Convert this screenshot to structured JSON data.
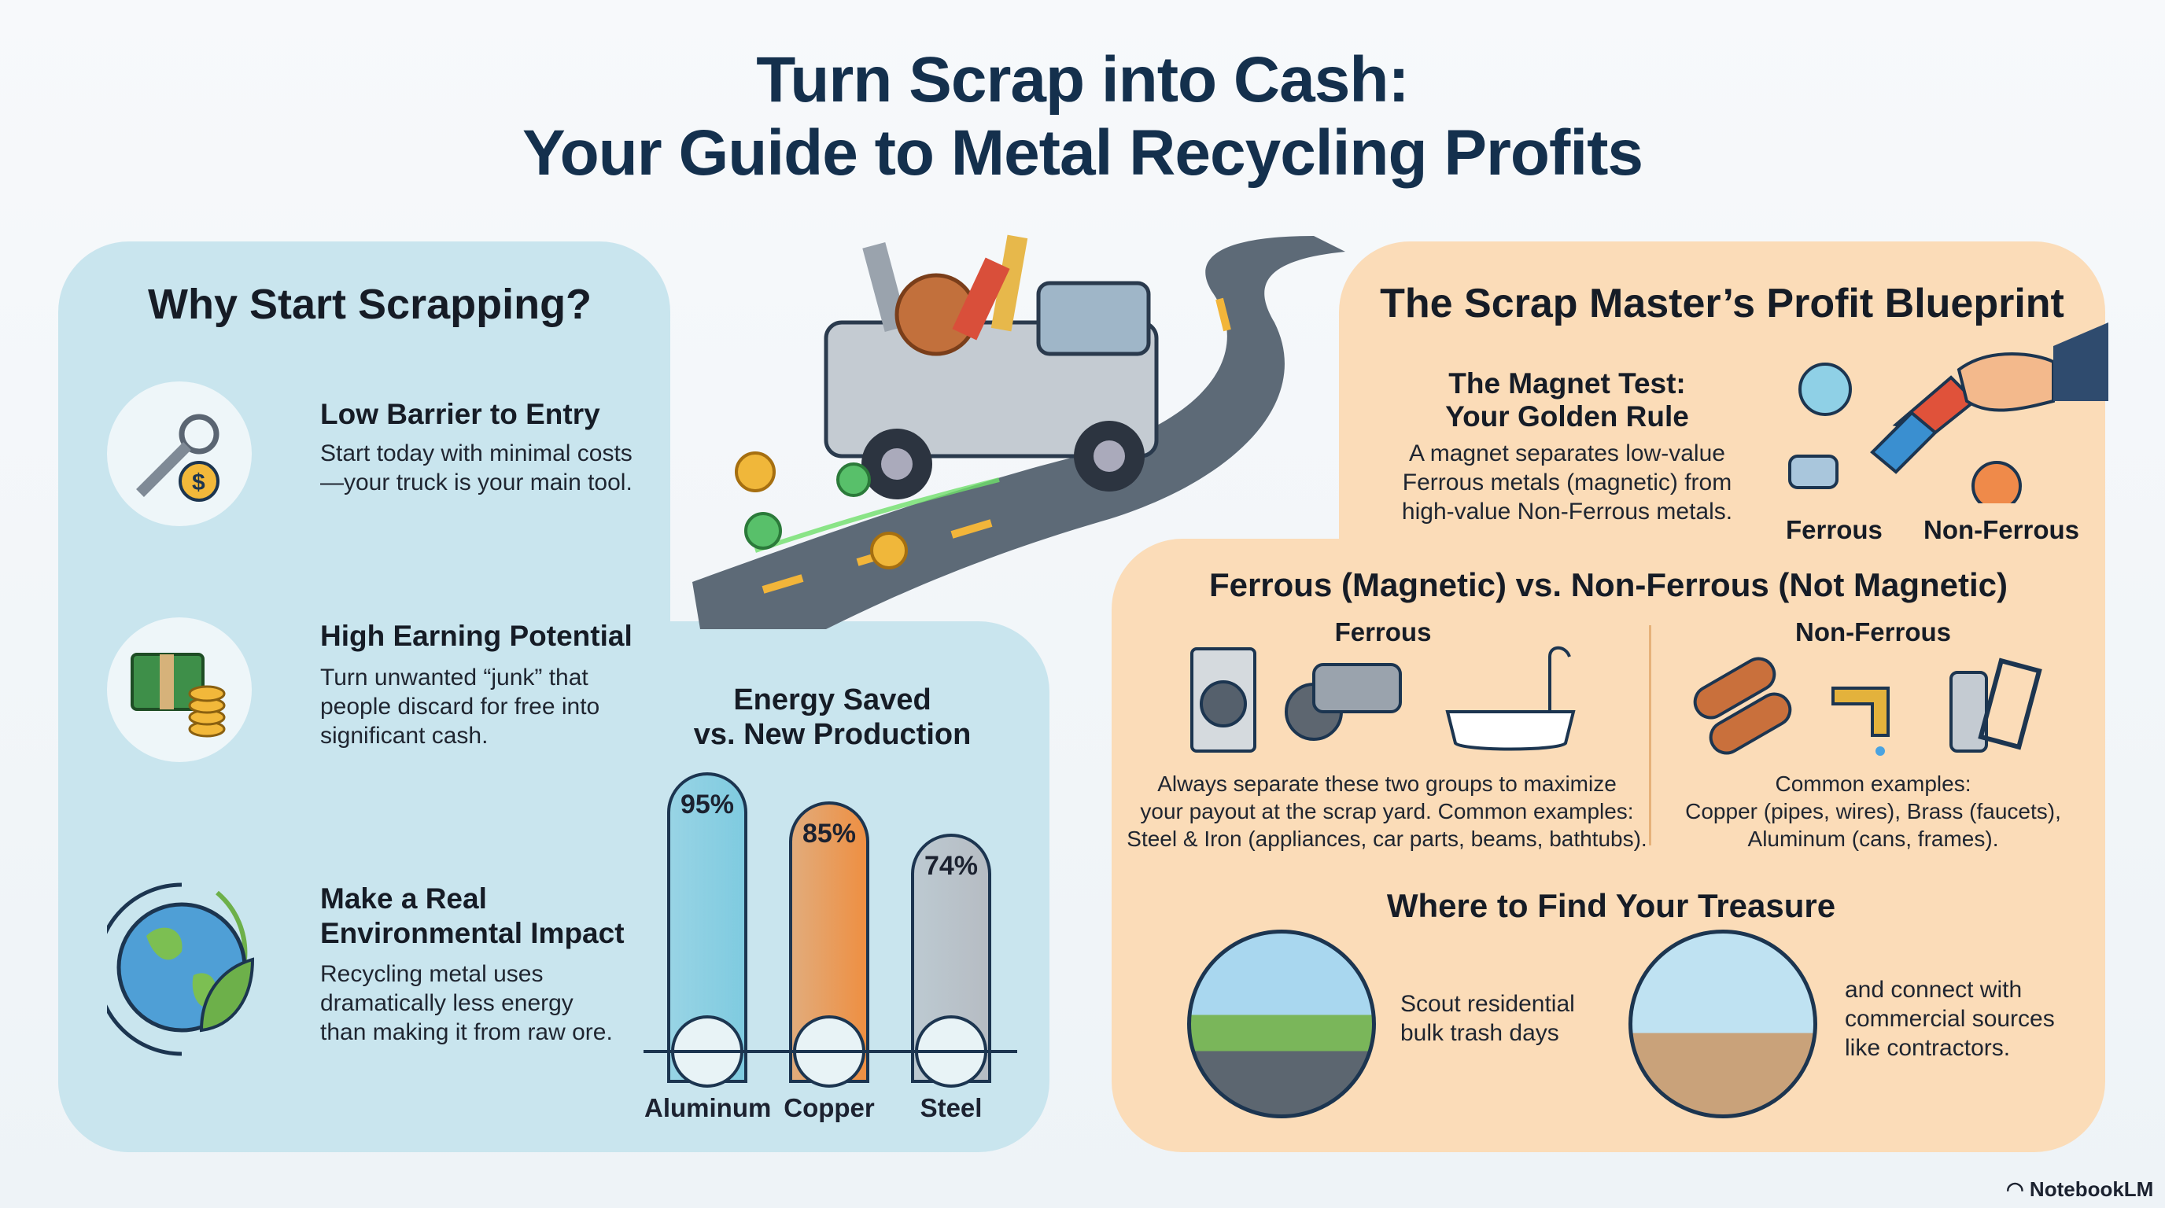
{
  "title": {
    "line1": "Turn Scrap into Cash:",
    "line2": "Your Guide to Metal Recycling Profits"
  },
  "left": {
    "heading": "Why Start Scrapping?",
    "items": [
      {
        "title": "Low Barrier to Entry",
        "body1": "Start today with minimal costs",
        "body2": "—your truck is your main tool.",
        "icon": "key-coin-icon"
      },
      {
        "title": "High Earning Potential",
        "body1": "Turn unwanted “junk” that",
        "body2": "people discard for free into",
        "body3": "significant cash.",
        "icon": "money-stack-icon"
      },
      {
        "title1": "Make a Real",
        "title2": "Environmental Impact",
        "body1": "Recycling metal uses",
        "body2": "dramatically less energy",
        "body3": "than making it from raw ore.",
        "icon": "globe-leaf-icon"
      }
    ]
  },
  "chart_data": {
    "type": "bar",
    "title": "Energy Saved vs. New Production",
    "title_line1": "Energy Saved",
    "title_line2": "vs. New Production",
    "categories": [
      "Aluminum",
      "Copper",
      "Steel"
    ],
    "values": [
      95,
      85,
      74
    ],
    "labels": [
      "95%",
      "85%",
      "74%"
    ],
    "colors": [
      "#7fcbe0",
      "#ee8f42",
      "#b6bcc3"
    ],
    "ylim": [
      0,
      100
    ],
    "unit": "%"
  },
  "right": {
    "heading": "The Scrap Master’s Profit Blueprint",
    "magnet": {
      "title1": "The Magnet Test:",
      "title2": "Your Golden Rule",
      "body1": "A magnet separates low-value",
      "body2": "Ferrous metals (magnetic) from",
      "body3": "high-value Non-Ferrous metals.",
      "label_ferrous": "Ferrous",
      "label_nonferrous": "Non-Ferrous"
    },
    "compare": {
      "heading": "Ferrous (Magnetic) vs. Non-Ferrous (Not Magnetic)",
      "ferrous_heading": "Ferrous",
      "ferrous_body1": "Always separate these two groups to maximize",
      "ferrous_body2": "your payout at the scrap yard. Common examples:",
      "ferrous_body3": "Steel & Iron (appliances, car parts, beams, bathtubs).",
      "nonferrous_heading": "Non-Ferrous",
      "nonferrous_body1": "Common examples:",
      "nonferrous_body2": "Copper (pipes, wires), Brass (faucets),",
      "nonferrous_body3": "Aluminum (cans, frames)."
    },
    "find": {
      "heading": "Where to Find Your Treasure",
      "res1": "Scout residential",
      "res2": "bulk trash days",
      "com1": "and connect with",
      "com2": "commercial sources",
      "com3": "like contractors."
    }
  },
  "brand": "NotebookLM"
}
